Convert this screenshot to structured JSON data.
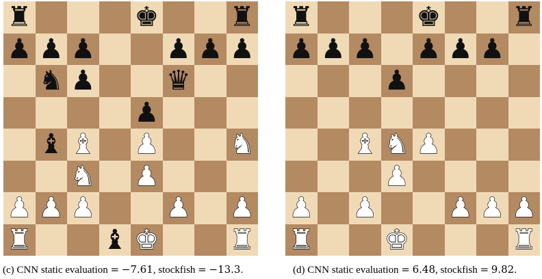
{
  "panels": [
    {
      "id": "c",
      "caption": {
        "prefix": "(c) CNN static evaluation ",
        "eq1": "=",
        "cnn_value": "−7.61",
        "middle": ", stockfish ",
        "eq2": "=",
        "stockfish_value": "−13.3",
        "suffix": "."
      },
      "board": [
        "r...k..r",
        "ppp..ppp",
        ".np..q..",
        "....p...",
        ".bB.P..N",
        "..N.P...",
        "PPP..P.P",
        "R..bK..R"
      ]
    },
    {
      "id": "d",
      "caption": {
        "prefix": "(d) CNN static evaluation ",
        "eq1": "=",
        "cnn_value": "6.48",
        "middle": ", stockfish ",
        "eq2": "=",
        "stockfish_value": "9.82",
        "suffix": "."
      },
      "board": [
        "r...k..r",
        "ppp.ppp.",
        "...p....",
        "........",
        "..BNP...",
        "...P....",
        "P.P..PPP",
        "R..K...R"
      ]
    }
  ],
  "piece_glyphs": {
    "K": "♚",
    "Q": "♛",
    "R": "♜",
    "B": "♝",
    "N": "♞",
    "P": "♟"
  },
  "piece_names": {
    "K": "king",
    "Q": "queen",
    "R": "rook",
    "B": "bishop",
    "N": "knight",
    "P": "pawn"
  },
  "colors": {
    "light_square": "#f0dab6",
    "dark_square": "#b48a63",
    "black_piece": "#111111",
    "white_piece": "#ffffff"
  }
}
